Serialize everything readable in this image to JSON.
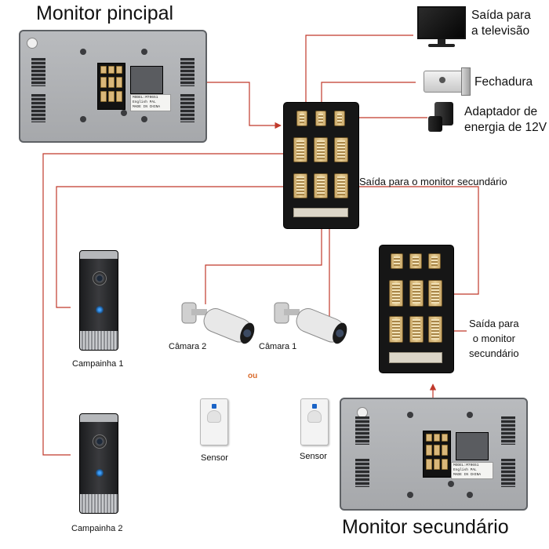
{
  "titles": {
    "main_monitor": "Monitor pincipal",
    "secondary_monitor": "Monitor secundário"
  },
  "outputs": {
    "tv": [
      "Saída para",
      "a televisão"
    ],
    "lock": "Fechadura",
    "power": [
      "Adaptador de",
      "energia de 12V"
    ],
    "secondary_out_top": "Saída para o monitor secundário",
    "secondary_out_right": [
      "Saída para",
      "o monitor",
      "secundário"
    ]
  },
  "devices": {
    "camera_2": "Câmara 2",
    "camera_1": "Câmara 1",
    "or": "ou",
    "sensor": "Sensor",
    "doorbell_1": "Campainha 1",
    "doorbell_2": "Campainha 2"
  },
  "sticker": [
    "MODEL:M70651",
    "English PAL",
    "MADE IN CHINA"
  ],
  "colors": {
    "wire": "#c0392b",
    "or_text": "#d96a2a"
  }
}
